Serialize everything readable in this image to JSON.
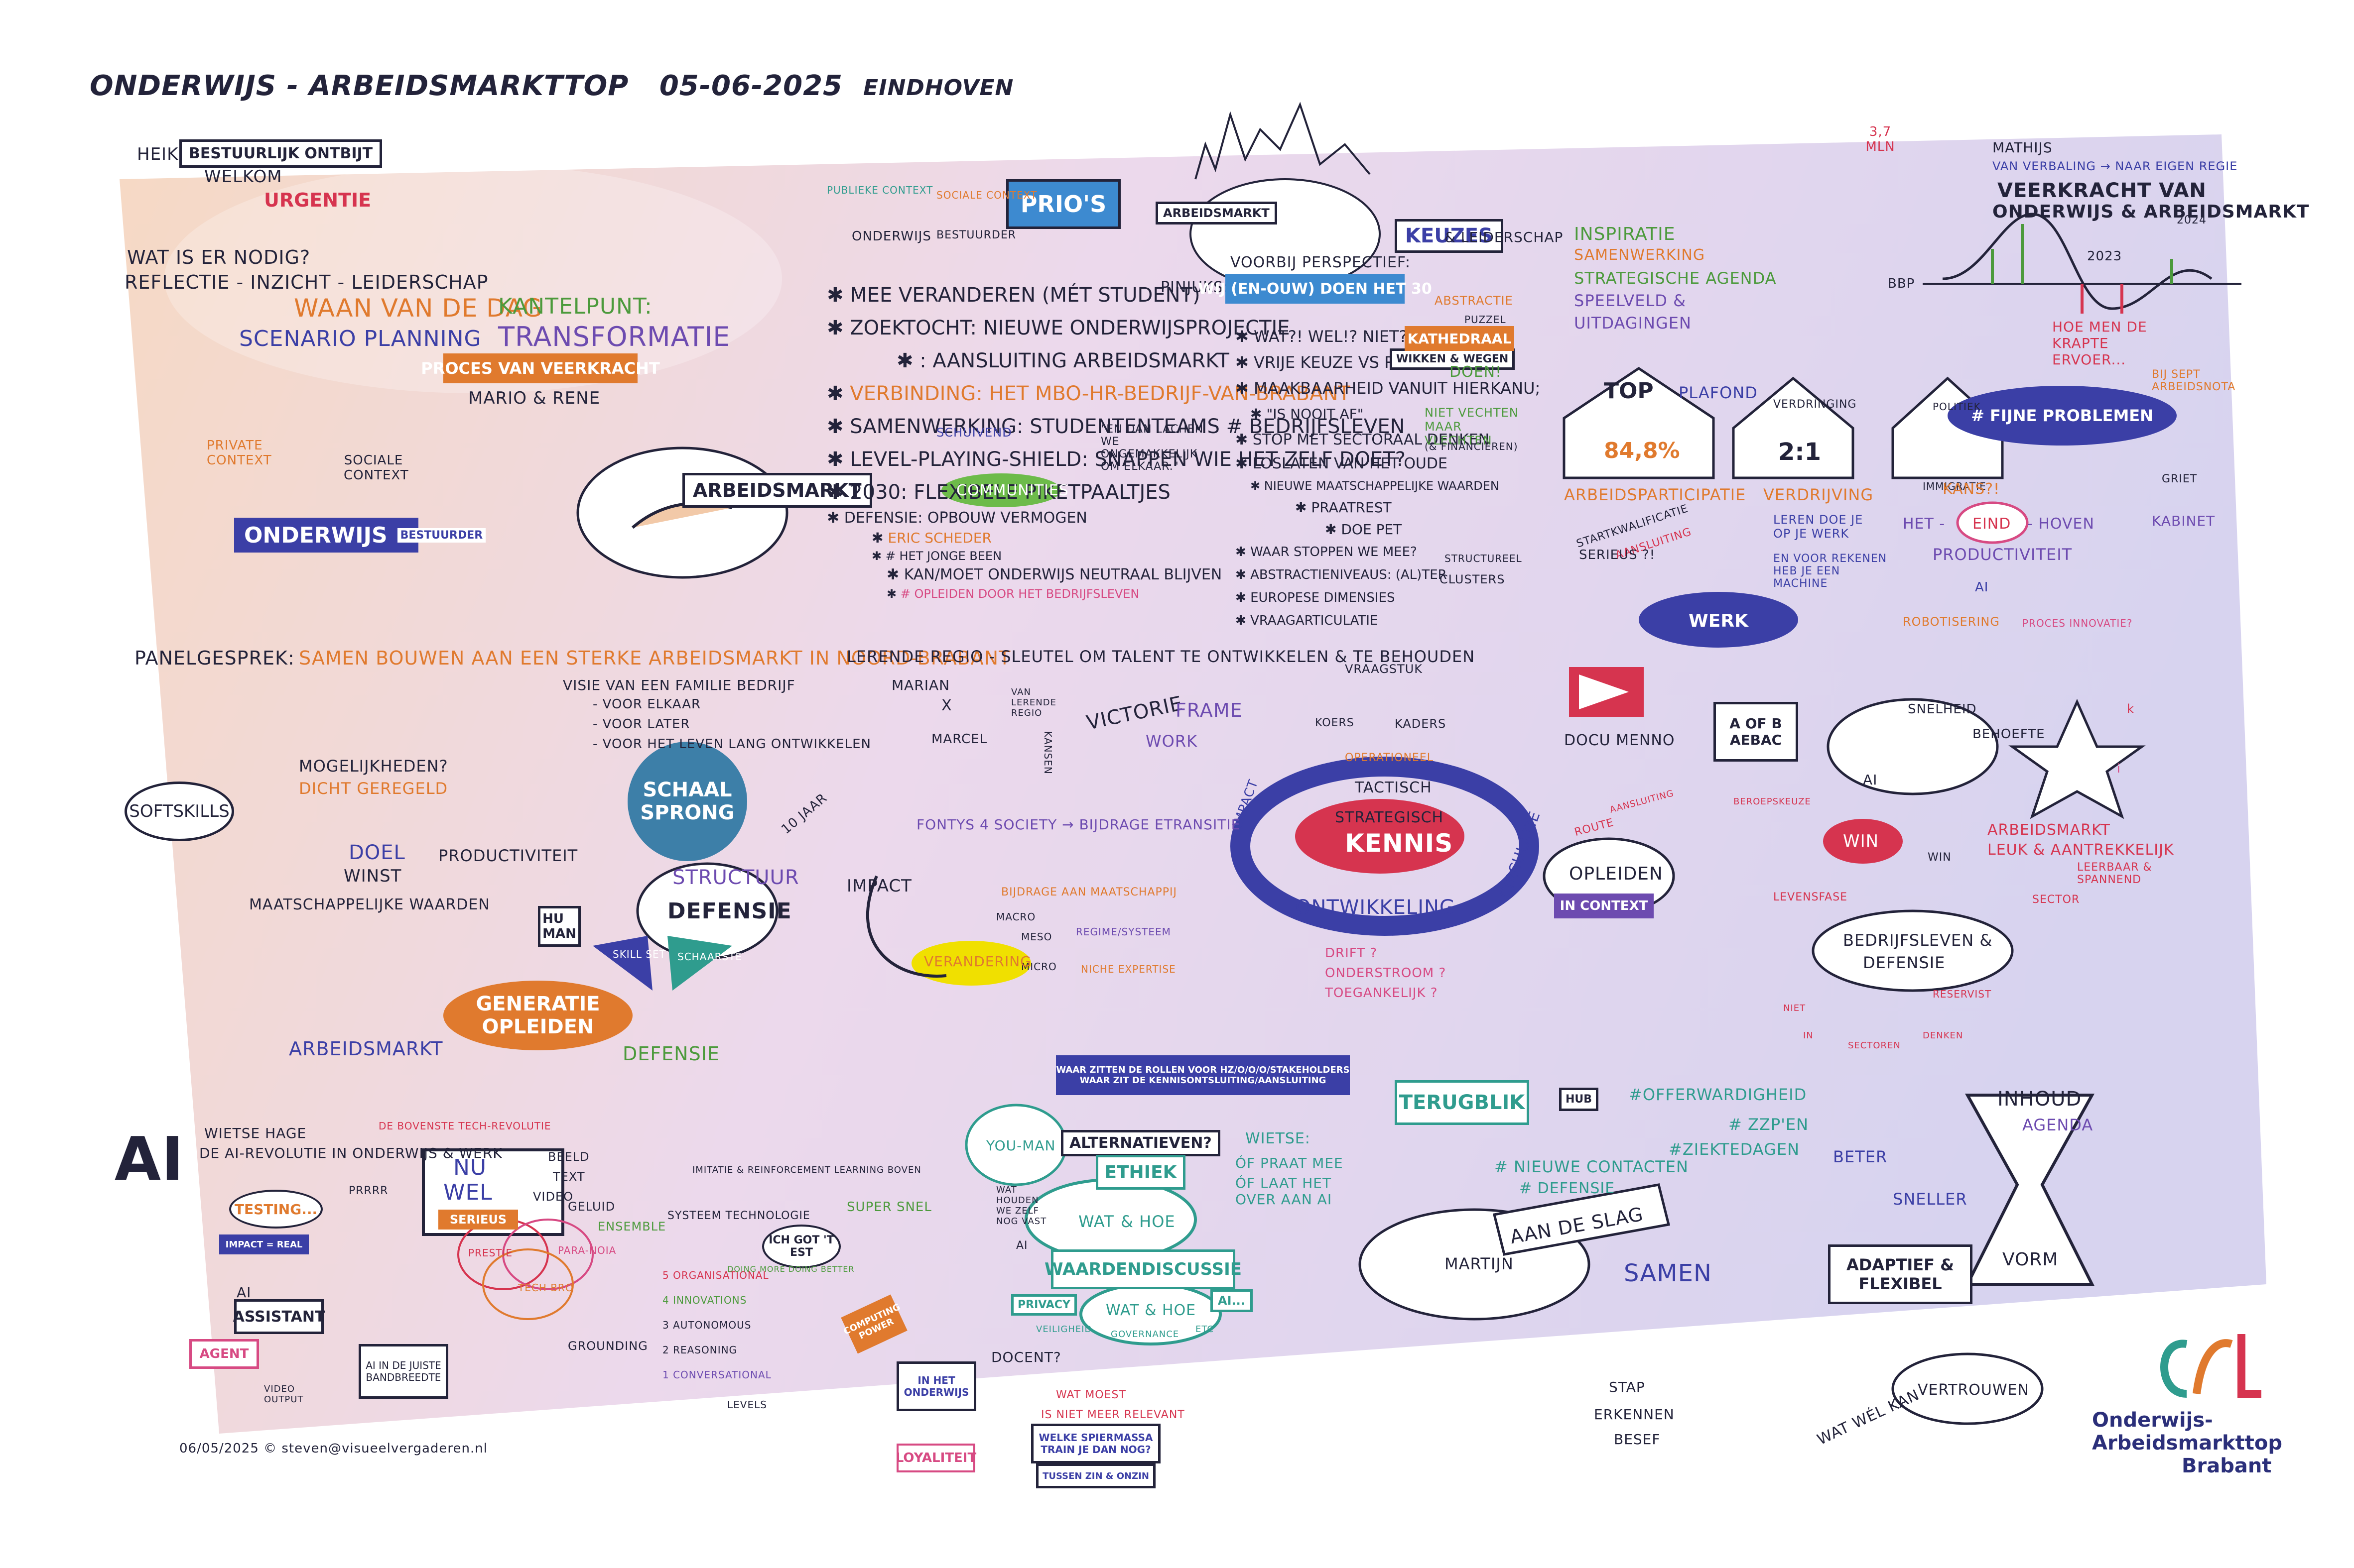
{
  "header": {
    "title": "Onderwijs - Arbeidsmarkttop",
    "date": "05-06-2025",
    "place": "Eindhoven"
  },
  "colors": {
    "ink": "#23233a",
    "orange": "#e07a2e",
    "blue": "#3b3fa6",
    "purple": "#6d4bb0",
    "teal": "#2f9c8e",
    "green": "#4c9a3c",
    "red": "#d6344f",
    "pink": "#d74a83",
    "bg_left": "#f6d9c4",
    "bg_mid": "#ecd9ec",
    "bg_right": "#d7d3ef"
  },
  "opening": {
    "heike": "Heike",
    "bestuurlijk": "Bestuurlijk ontbijt",
    "welkom": "Welkom",
    "urgentie": "Urgentie",
    "nodig": "Wat is er nodig?",
    "reflectie": "Reflectie - inzicht - leiderschap",
    "waan": "Waan van de dag",
    "scenario": "Scenario planning",
    "kantelpunt": "Kantelpunt:",
    "transformatie": "Transformatie",
    "proces": "Proces van veerkracht",
    "mario": "Mario & Rene",
    "private": "Private context",
    "sociale": "Sociale context",
    "onderwijs": "Onderwijs",
    "bestuurder": "Bestuurder",
    "arbeidsmarkt": "Arbeidsmarkt"
  },
  "prios": {
    "title": "Prio's",
    "publieke": "Publieke context",
    "sociale": "Sociale context",
    "onderwijs": "Onderwijs",
    "bestuurder": "Bestuurder",
    "arbeidsmarkt": "Arbeidsmarkt",
    "items": [
      "Mee veranderen (mét student)",
      "Zoektocht: nieuwe onderwijsprojectie",
      ": aansluiting arbeidsmarkt",
      "Verbinding: het MBO-HR-bedrijf-van-Brabant",
      "Samenwerking: studententeams # bedrijfsleven",
      "Level-playing-shield: snappen wie het zelf doet?",
      "2030: flexibele piketpaaltjes"
    ],
    "schuivend": "Schuivend",
    "communities": "Communities",
    "quote": "\"En dan lachen we ongemakkelijk om elkaar.\"",
    "defensie_items": [
      "Defensie: opbouw vermogen",
      "Eric Scheder",
      "# Het jonge been",
      "Kan/moet onderwijs neutraal blijven",
      "# opleiden door het bedrijfsleven"
    ]
  },
  "keuzes": {
    "title": "Keuzes",
    "leiderschap": "& Leiderschap",
    "pinjuks": "Pinjuks:",
    "voorbij": "Voorbij perspectief:",
    "wij": "Wij (en-ouw) doen het 30",
    "items": [
      "Wat?! Wel!? Niet?",
      "Vrije keuze vs ruimte",
      "Maakbaarheid vanuit hierkanu;",
      "\"is nooit af\"",
      "Stop met sectoraal denken",
      "Loslaten van het oude",
      "Nieuwe maatschappelijke waarden",
      "Praatrest",
      "Doe pet",
      "Waar stoppen we mee?",
      "Abstractieniveaus: (al)ter",
      "Europese dimensies",
      "Vraagarticulatie"
    ],
    "niet_vechten": "Niet vechten maar vlechten",
    "financieren": "(& financieren)",
    "structureel": "structureel",
    "clusters": "Clusters",
    "wikken": "Wikken & wegen",
    "kathedraal": "Kathedraal",
    "abstractie": "Abstractie",
    "puzzel": "Puzzel",
    "doen": "Doen!"
  },
  "mathijs": {
    "name": "Mathijs",
    "verbaling": "Van verbaling → naar eigen regie",
    "veerkracht_1": "Veerkracht van",
    "veerkracht_2": "onderwijs & arbeidsmarkt",
    "inspiratie": [
      "Inspiratie",
      "Samenwerking",
      "Strategische agenda",
      "Speelveld &",
      "uitdagingen"
    ],
    "mln": "3,7 mln",
    "year_2023": "2023",
    "year_2024": "2024",
    "bbp": "BBP",
    "krapte": "Hoe men de krapte ervoer...",
    "top": "Top",
    "pct": "84,8%",
    "plafond": "Plafond",
    "verdringing": "Verdringing",
    "ratio": "2:1",
    "politiek": "Politiek",
    "immigratie": "Immigratie",
    "fijne": "# Fijne problemen",
    "arbeidsparticipatie": "Arbeidsparticipatie",
    "verdrijving": "Verdrijving",
    "sept": "Bij sept arbeidsnota",
    "griet": "Griet",
    "startkwalificatie": "Startkwalificatie",
    "aansluiting": "Aansluiting",
    "serieus": "Serieus ?!",
    "leren": "Leren doe je op je werk",
    "rekenen": "En voor rekenen heb je een machine",
    "werk": "Werk",
    "kans": "Kans?!",
    "het": "Het -",
    "eind": "Eind",
    "hoven": "- hoven",
    "kabinet": "Kabinet",
    "productiviteit": "Productiviteit",
    "ai": "AI",
    "robotisering": "Robotisering",
    "proces": "Proces innovatie?"
  },
  "panel": {
    "title": "Panelgesprek:",
    "subtitle": "Samen bouwen aan een sterke arbeidsmarkt in Noord-Brabant",
    "visie": "Visie van een familie bedrijf",
    "visie_items": [
      "- voor elkaar",
      "- voor later",
      "- voor het leven lang ontwikkelen"
    ],
    "softskills": "Softskills",
    "mogelijkheden": "Mogelijkheden?",
    "dicht": "Dicht geregeld",
    "doel": "Doel",
    "winst": "Winst",
    "productiviteit": "Productiviteit",
    "maatschappelijk": "Maatschappelijke waarden",
    "human": "Hu man",
    "schaal": "Schaal",
    "sprong": "Sprong",
    "structuur": "Structuur",
    "jaar": "10 jaar",
    "defensie": "Defensie",
    "skillset": "Skill set",
    "schaarste": "Schaarste",
    "generatie": "Generatie",
    "opleiden": "Opleiden",
    "arbeidsmarkt": "Arbeidsmarkt",
    "defensie2": "Defensie"
  },
  "lerende": {
    "title": "Lerende regio - sleutel om talent te ontwikkelen & te behouden",
    "marian": "Marian",
    "x": "x",
    "marcel": "Marcel",
    "van_lerende": "Van lerende regio",
    "victorie": "Victorie",
    "frame": "Frame",
    "work": "Work",
    "kansen": "Kansen",
    "vraag": "Vraagstuk",
    "koers": "Koers",
    "kaders": "Kaders",
    "operationeel": "Operationeel",
    "tactisch": "Tactisch",
    "strategisch": "Strategisch",
    "kennis": "Kennis",
    "impact_ring": "Impact",
    "ontwikkeling": "Ontwikkeling",
    "circulatie": "Circulatie",
    "fontys": "Fontys 4 Society → Bijdrage Etransitie",
    "impact": "Impact",
    "bijdrage": "Bijdrage aan maatschappij",
    "macro": "Macro",
    "meso": "Meso",
    "micro": "Micro",
    "regime": "Regime/systeem",
    "niche": "Niche expertise",
    "verandering": "Verandering",
    "drift": "Drift ?",
    "onderstroom": "Onderstroom ?",
    "toegankelijk": "Toegankelijk ?"
  },
  "docu": {
    "label": "Docu Menno",
    "aofb": "A of B",
    "aebac": "AEBAC",
    "beroepskeuze": "Beroepskeuze",
    "aansluiting": "Aansluiting",
    "route": "Route",
    "opleiden": "Opleiden",
    "context": "In context",
    "snelheid": "Snelheid",
    "behoefte": "Behoefte",
    "ai": "AI",
    "k": "k",
    "i": "i",
    "win1": "Win",
    "win2": "Win",
    "arbeidsmarkt": "Arbeidsmarkt",
    "leuk": "Leuk & aantrekkelijk",
    "leerbaar": "Leerbaar & spannend",
    "levensfase": "Levensfase",
    "sector": "Sector",
    "bedrijfsleven": "Bedrijfsleven &",
    "defensie": "Defensie",
    "reservist": "Reservist",
    "niet": "Niet",
    "in": "In",
    "sectoren": "Sectoren",
    "denken": "Denken"
  },
  "ai": {
    "big": "AI",
    "name": "Wietse Hage",
    "topic": "De AI-revolutie in onderwijs & werk",
    "testing": "Testing...",
    "impact": "Impact = real",
    "prrrr": "Prrrr",
    "nu": "Nu",
    "wel": "Wel",
    "serieus": "Serieus",
    "tech": "De bovenste tech-revolutie",
    "beeld": "Beeld",
    "text": "Text",
    "video": "Video",
    "geluid": "Geluid",
    "ensemble": "Ensemble",
    "imitatie": "Imitatie & reinforcement learning boven",
    "systeem": "Systeem technologie",
    "super": "Super snel",
    "prestie": "Prestie",
    "paranoia": "Para-noia",
    "techbro": "Tech bro",
    "assistant_title": "AI",
    "assistant": "Assistant",
    "agent": "Agent",
    "video_output": "Video output",
    "juiste": "AI in de juiste bandbreedte",
    "grounding": "Grounding",
    "levels": [
      "5 Organisational",
      "4 Innovations",
      "3 Autonomous",
      "2 Reasoning",
      "1 Conversational"
    ],
    "levels_label": "Levels",
    "ich": "Ich got 't est",
    "compute": "Computing power",
    "doing": "Doing more doing better"
  },
  "ethiek": {
    "banner_1": "Waar zitten de rollen voor HZ/O/O/O/stakeholders",
    "banner_2": "Waar zit de kennisontsluiting/aansluiting",
    "you_man": "You-man",
    "alternatieven": "Alternatieven?",
    "ethiek": "Ethiek",
    "wat": "Wat",
    "hoe": "& Hoe",
    "wat_houden": "Wat houden we zelf nog vast",
    "ai": "AI",
    "wietse": "Wietse:",
    "of_praat": "Óf praat mee",
    "of_laat": "óf laat het over aan AI",
    "waardendiscussie": "Waardendiscussie",
    "privacy": "Privacy",
    "veiligheid": "Veiligheid",
    "wat2": "Wat & hoe",
    "governance": "Governance",
    "ai2": "AI...",
    "etc": "Etc",
    "docent": "Docent?",
    "in_het": "In het onderwijs",
    "loyaliteit": "Loyaliteit",
    "wat_moest": "Wat moest",
    "relevant": "is niet meer relevant",
    "spiermassa": "Welke spiermassa train je dan nog?",
    "tussen": "Tussen zin & onzin"
  },
  "terugblik": {
    "title": "Terugblik",
    "hub": "Hub",
    "tags": [
      "#offerwardigheid",
      "# ZZP'en",
      "#ziektedagen",
      "# nieuwe contacten",
      "# defensie"
    ],
    "aan": "Aan de slag",
    "martijn": "Martijn",
    "samen": "Samen",
    "beter": "Beter",
    "sneller": "Sneller",
    "inhoud": "Inhoud",
    "agenda": "Agenda",
    "vorm": "Vorm",
    "adaptief": "Adaptief &",
    "flexibel": "Flexibel",
    "vertrouwen": "Vertrouwen",
    "stap": "Stap",
    "erkennen": "Erkennen",
    "besef": "Besef",
    "wat_wel": "Wat wél kan"
  },
  "footer": {
    "credit": "06/05/2025 © steven@visueelvergaderen.nl"
  },
  "logo": {
    "line1": "Onderwijs-",
    "line2": "Arbeidsmarkttop",
    "line3": "Brabant"
  }
}
